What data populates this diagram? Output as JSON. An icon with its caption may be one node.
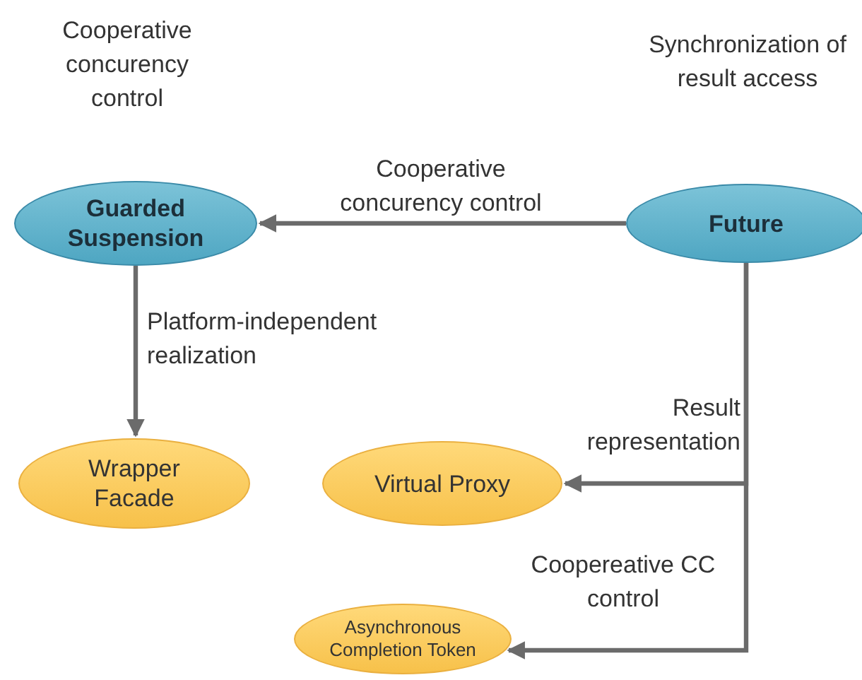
{
  "diagram": {
    "nodes": [
      {
        "text": [
          "Guarded Suspension"
        ]
      },
      {
        "text": [
          "Future"
        ]
      },
      {
        "text": [
          "Wrapper Facade"
        ]
      },
      {
        "text": [
          "Virtual Proxy"
        ]
      },
      {
        "text": [
          "Asynchronous Completion Token"
        ]
      }
    ],
    "edges": [
      {
        "from": 1,
        "to": 0,
        "arrow": "to",
        "label": "Cooperative concurency control"
      },
      {
        "from": 0,
        "to": 2,
        "arrow": "to",
        "label": "Platform-independent realization"
      },
      {
        "from": 1,
        "to": 3,
        "arrow": "to",
        "label": "Result representation"
      },
      {
        "from": 1,
        "to": 4,
        "arrow": "to",
        "label": "Coopereative CC control"
      }
    ],
    "labels": [
      "Cooperative concurency control",
      "Synchronization of result access"
    ]
  }
}
